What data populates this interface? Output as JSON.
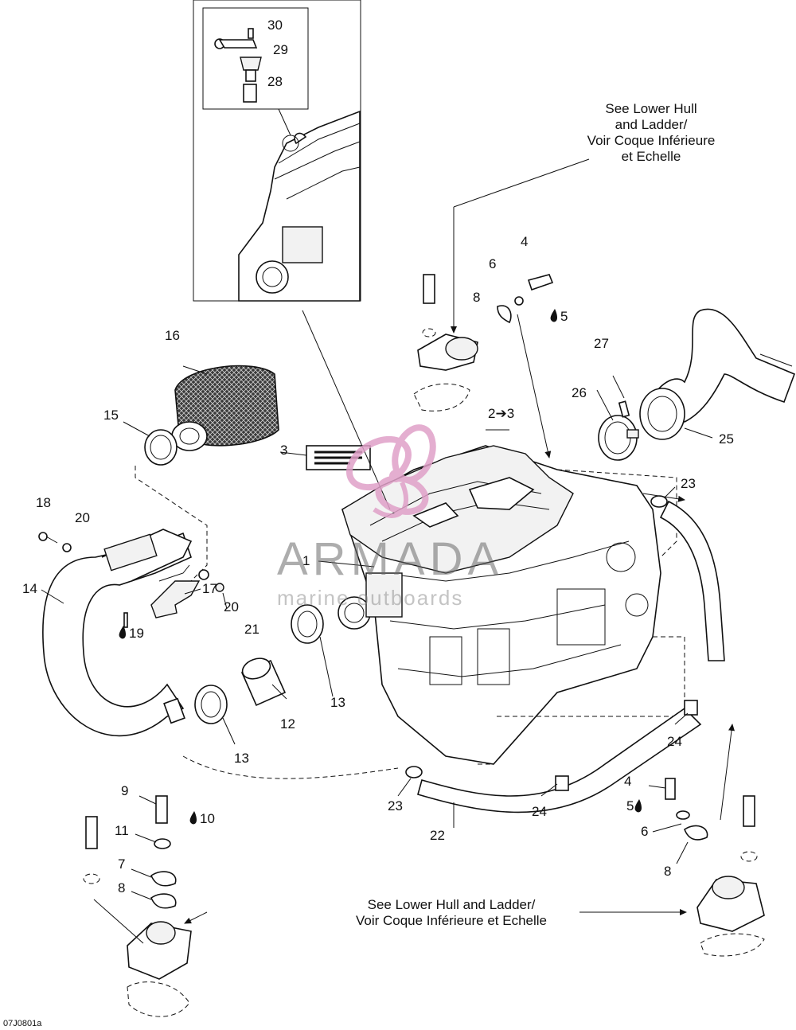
{
  "diagram": {
    "reference_code": "07J0801a",
    "notes": {
      "top_right": [
        "See Lower Hull",
        "and Ladder/",
        "Voir Coque Inférieure",
        "et Echelle"
      ],
      "bottom": [
        "See Lower Hull and Ladder/",
        "Voir Coque Inférieure et Echelle"
      ]
    },
    "watermark": {
      "name": "ARMADA",
      "tagline": "marine outboards",
      "accent_color": "#e0a0c8"
    },
    "callouts": {
      "c30": "30",
      "c29": "29",
      "c28": "28",
      "c4a": "4",
      "c6a": "6",
      "c8a": "8",
      "c5a": "5",
      "c27": "27",
      "c26": "26",
      "c25": "25",
      "c23a": "23",
      "c23b": "23",
      "c16": "16",
      "c15": "15",
      "c3": "3",
      "c2to3": "2➔3",
      "c18": "18",
      "c20a": "20",
      "c20b": "20",
      "c14": "14",
      "c1": "1",
      "c17": "17",
      "c21": "21",
      "c19": "19",
      "c13a": "13",
      "c13b": "13",
      "c12": "12",
      "c24a": "24",
      "c24b": "24",
      "c22": "22",
      "c9": "9",
      "c10": "10",
      "c11": "11",
      "c7": "7",
      "c8b": "8",
      "c4b": "4",
      "c5b": "5",
      "c6b": "6",
      "c8c": "8"
    },
    "colors": {
      "line": "#111111",
      "watermark_text": "#6a6a6a",
      "watermark_logo": "#e0a0c8"
    }
  }
}
